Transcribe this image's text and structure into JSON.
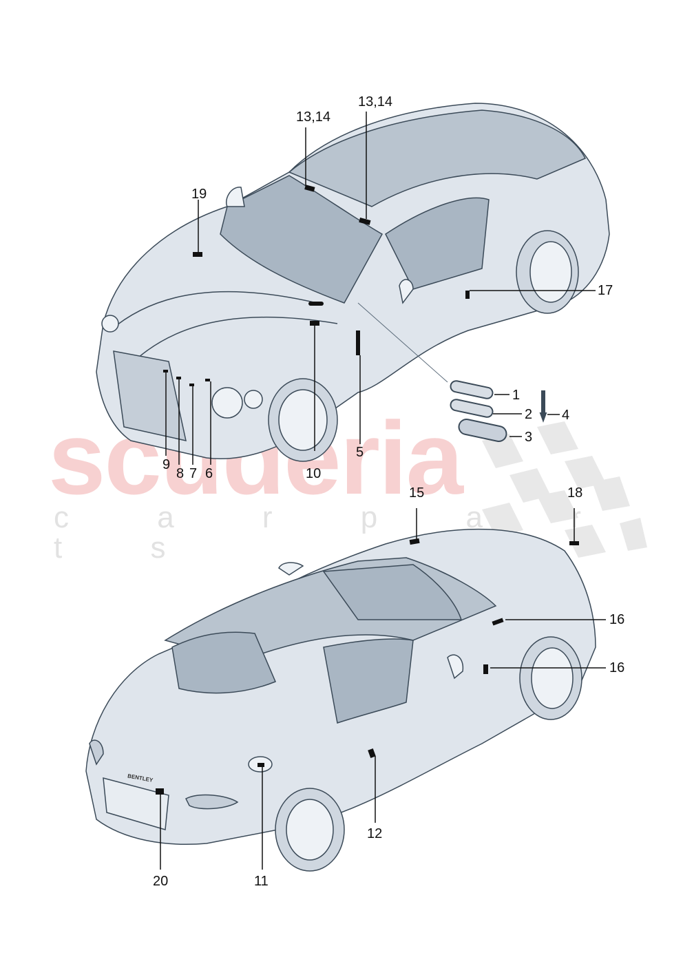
{
  "watermark": {
    "brand": "scuderia",
    "tagline": "c a r   p a r t s",
    "brand_color": "#f4c2c2",
    "tagline_color": "#e0e0e0"
  },
  "diagram": {
    "subject": "Convertible car — badges, emblems and stickers",
    "views": [
      "front-left 3/4 view (top up)",
      "rear-left 3/4 view (top up)"
    ],
    "colors": {
      "body": "#dfe5ec",
      "glass": "#a9b6c3",
      "outline": "#3b4a58",
      "line": "#111111"
    }
  },
  "callouts": [
    {
      "id": "c1",
      "label": "1"
    },
    {
      "id": "c2",
      "label": "2"
    },
    {
      "id": "c3",
      "label": "3"
    },
    {
      "id": "c4",
      "label": "4"
    },
    {
      "id": "c5",
      "label": "5"
    },
    {
      "id": "c6",
      "label": "6"
    },
    {
      "id": "c7",
      "label": "7"
    },
    {
      "id": "c8",
      "label": "8"
    },
    {
      "id": "c9",
      "label": "9"
    },
    {
      "id": "c10",
      "label": "10"
    },
    {
      "id": "c11",
      "label": "11"
    },
    {
      "id": "c12",
      "label": "12"
    },
    {
      "id": "c13a",
      "label": "13,14"
    },
    {
      "id": "c13b",
      "label": "13,14"
    },
    {
      "id": "c15",
      "label": "15"
    },
    {
      "id": "c16a",
      "label": "16"
    },
    {
      "id": "c16b",
      "label": "16"
    },
    {
      "id": "c17",
      "label": "17"
    },
    {
      "id": "c18",
      "label": "18"
    },
    {
      "id": "c19",
      "label": "19"
    },
    {
      "id": "c20",
      "label": "20"
    }
  ],
  "rear_badge_text": "BENTLEY"
}
